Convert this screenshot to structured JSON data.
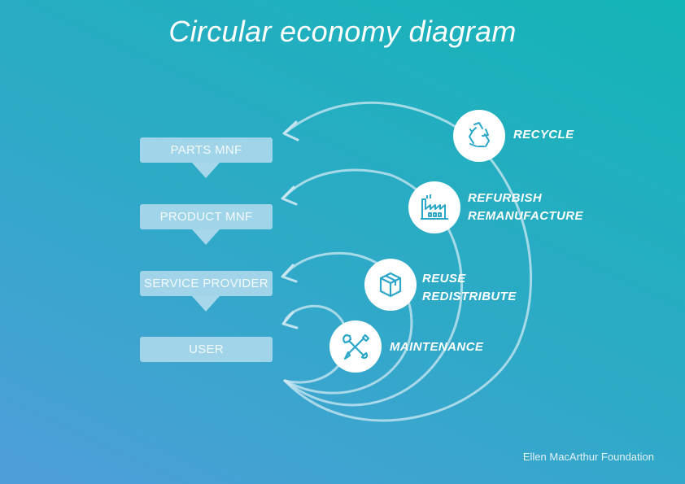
{
  "title": "Circular economy diagram",
  "steps": [
    {
      "label": "PARTS MNF"
    },
    {
      "label": "PRODUCT MNF"
    },
    {
      "label": "SERVICE PROVIDER"
    },
    {
      "label": "USER"
    }
  ],
  "loops": [
    {
      "icon": "recycle-icon",
      "lines": [
        "RECYCLE"
      ]
    },
    {
      "icon": "factory-icon",
      "lines": [
        "REFURBISH",
        "REMANUFACTURE"
      ]
    },
    {
      "icon": "box-icon",
      "lines": [
        "REUSE",
        "REDISTRIBUTE"
      ]
    },
    {
      "icon": "wrench-screwdriver-icon",
      "lines": [
        "MAINTENANCE"
      ]
    }
  ],
  "footer": "Ellen MacArthur Foundation",
  "colors": {
    "accent": "#2aa7c9",
    "box": "#a7d7ea",
    "arrow": "#cfe9f3"
  }
}
